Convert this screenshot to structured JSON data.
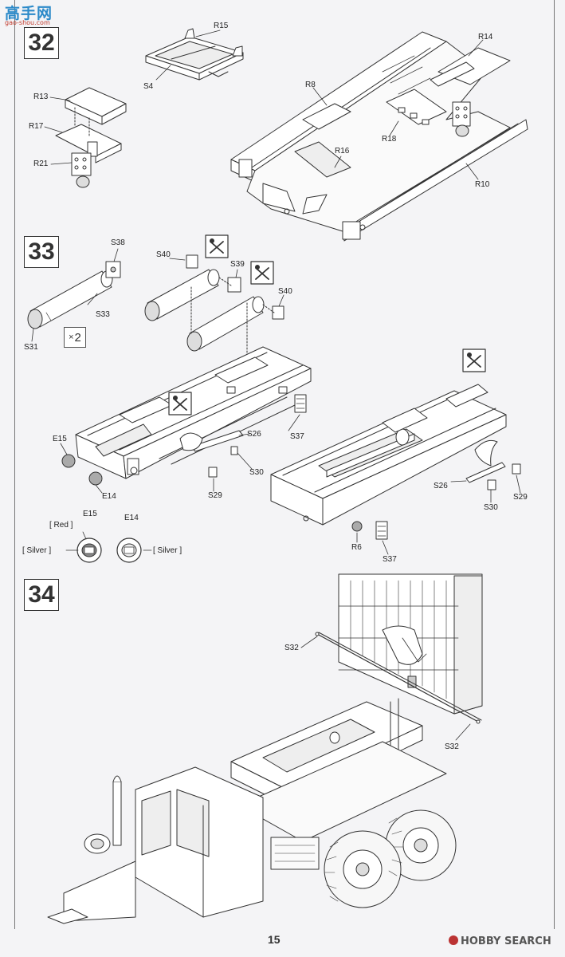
{
  "watermark_top": {
    "main": "高手网",
    "sub": "gao-shou.com"
  },
  "watermark_bottom": {
    "brand": "HOBBY SEARCH"
  },
  "page_number": "15",
  "steps": [
    {
      "number": "32"
    },
    {
      "number": "33"
    },
    {
      "number": "34"
    }
  ],
  "step32_labels": {
    "r15": "R15",
    "s4": "S4",
    "r14": "R14",
    "r8": "R8",
    "r13": "R13",
    "r17": "R17",
    "r21": "R21",
    "r18": "R18",
    "r16": "R16",
    "r10": "R10"
  },
  "step33_labels": {
    "s38": "S38",
    "s40a": "S40",
    "s39": "S39",
    "s40b": "S40",
    "s33": "S33",
    "s31": "S31",
    "multiplier": "2",
    "e15": "E15",
    "e14": "E14",
    "s26a": "S26",
    "s37a": "S37",
    "s30a": "S30",
    "s29a": "S29",
    "s26b": "S26",
    "s30b": "S30",
    "s29b": "S29",
    "r6": "R6",
    "s37b": "S37"
  },
  "step33_callouts": {
    "e15": "E15",
    "e14": "E14",
    "red": "[ Red ]",
    "silver_left": "[ Silver ]",
    "silver_right": "[ Silver ]"
  },
  "step34_labels": {
    "s32a": "S32",
    "s32b": "S32"
  },
  "colors": {
    "ink": "#333333",
    "paper": "#f4f4f6",
    "brand_blue": "#2c8ac9",
    "brand_red": "#c0392b"
  },
  "icons": [
    "no-glue-icon",
    "cut-icon"
  ]
}
